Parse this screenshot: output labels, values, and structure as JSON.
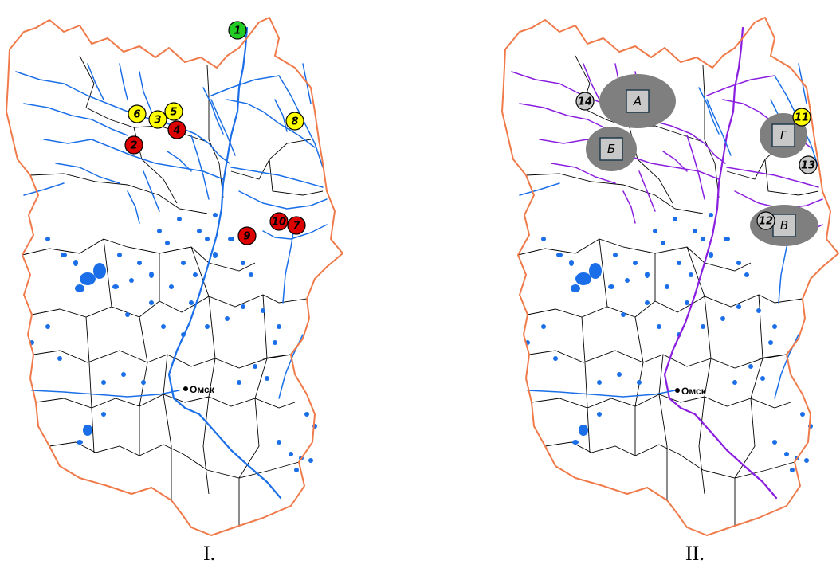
{
  "maps": [
    {
      "caption": "I.",
      "city": "Омск",
      "markers": [
        {
          "label": "1",
          "fill": "#22cc22"
        },
        {
          "label": "2",
          "fill": "#dd0000"
        },
        {
          "label": "3",
          "fill": "#ffff00"
        },
        {
          "label": "4",
          "fill": "#dd0000"
        },
        {
          "label": "5",
          "fill": "#ffff00"
        },
        {
          "label": "6",
          "fill": "#ffff00"
        },
        {
          "label": "7",
          "fill": "#dd0000"
        },
        {
          "label": "8",
          "fill": "#ffff00"
        },
        {
          "label": "9",
          "fill": "#dd0000"
        },
        {
          "label": "10",
          "fill": "#dd0000"
        }
      ]
    },
    {
      "caption": "II.",
      "city": "Омск",
      "zones": [
        {
          "label": "А"
        },
        {
          "label": "Б"
        },
        {
          "label": "Г"
        },
        {
          "label": "В"
        }
      ],
      "markers": [
        {
          "label": "11",
          "fill": "#ffff00"
        },
        {
          "label": "12",
          "fill": "#c8c8c8"
        },
        {
          "label": "13",
          "fill": "#c8c8c8"
        },
        {
          "label": "14",
          "fill": "#c8c8c8"
        }
      ]
    }
  ],
  "colors": {
    "border": "#f07a4a",
    "district": "#000000",
    "river": "#1a6fe8",
    "river_highlight": "#8a1ee0",
    "zone": "#7f7f7f",
    "zone_box": "#c8c8c8"
  }
}
